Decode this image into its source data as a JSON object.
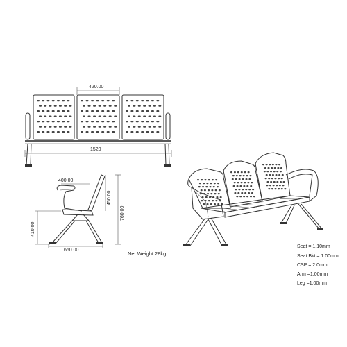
{
  "front_view": {
    "dim_back_width": "420.00",
    "dim_total_width": "1520"
  },
  "side_view": {
    "dim_seat_depth": "400.00",
    "dim_back_height": "450.00",
    "dim_total_height": "760.00",
    "dim_seat_height": "410.00",
    "dim_total_depth": "660.00",
    "net_weight": "Net Weight 28kg"
  },
  "specs": [
    "Seat  = 1.10mm",
    "Seat Bkt = 1.00mm",
    "CSP = 2.0mm",
    "Arm =1.00mm",
    "Leg =1.00mm"
  ]
}
